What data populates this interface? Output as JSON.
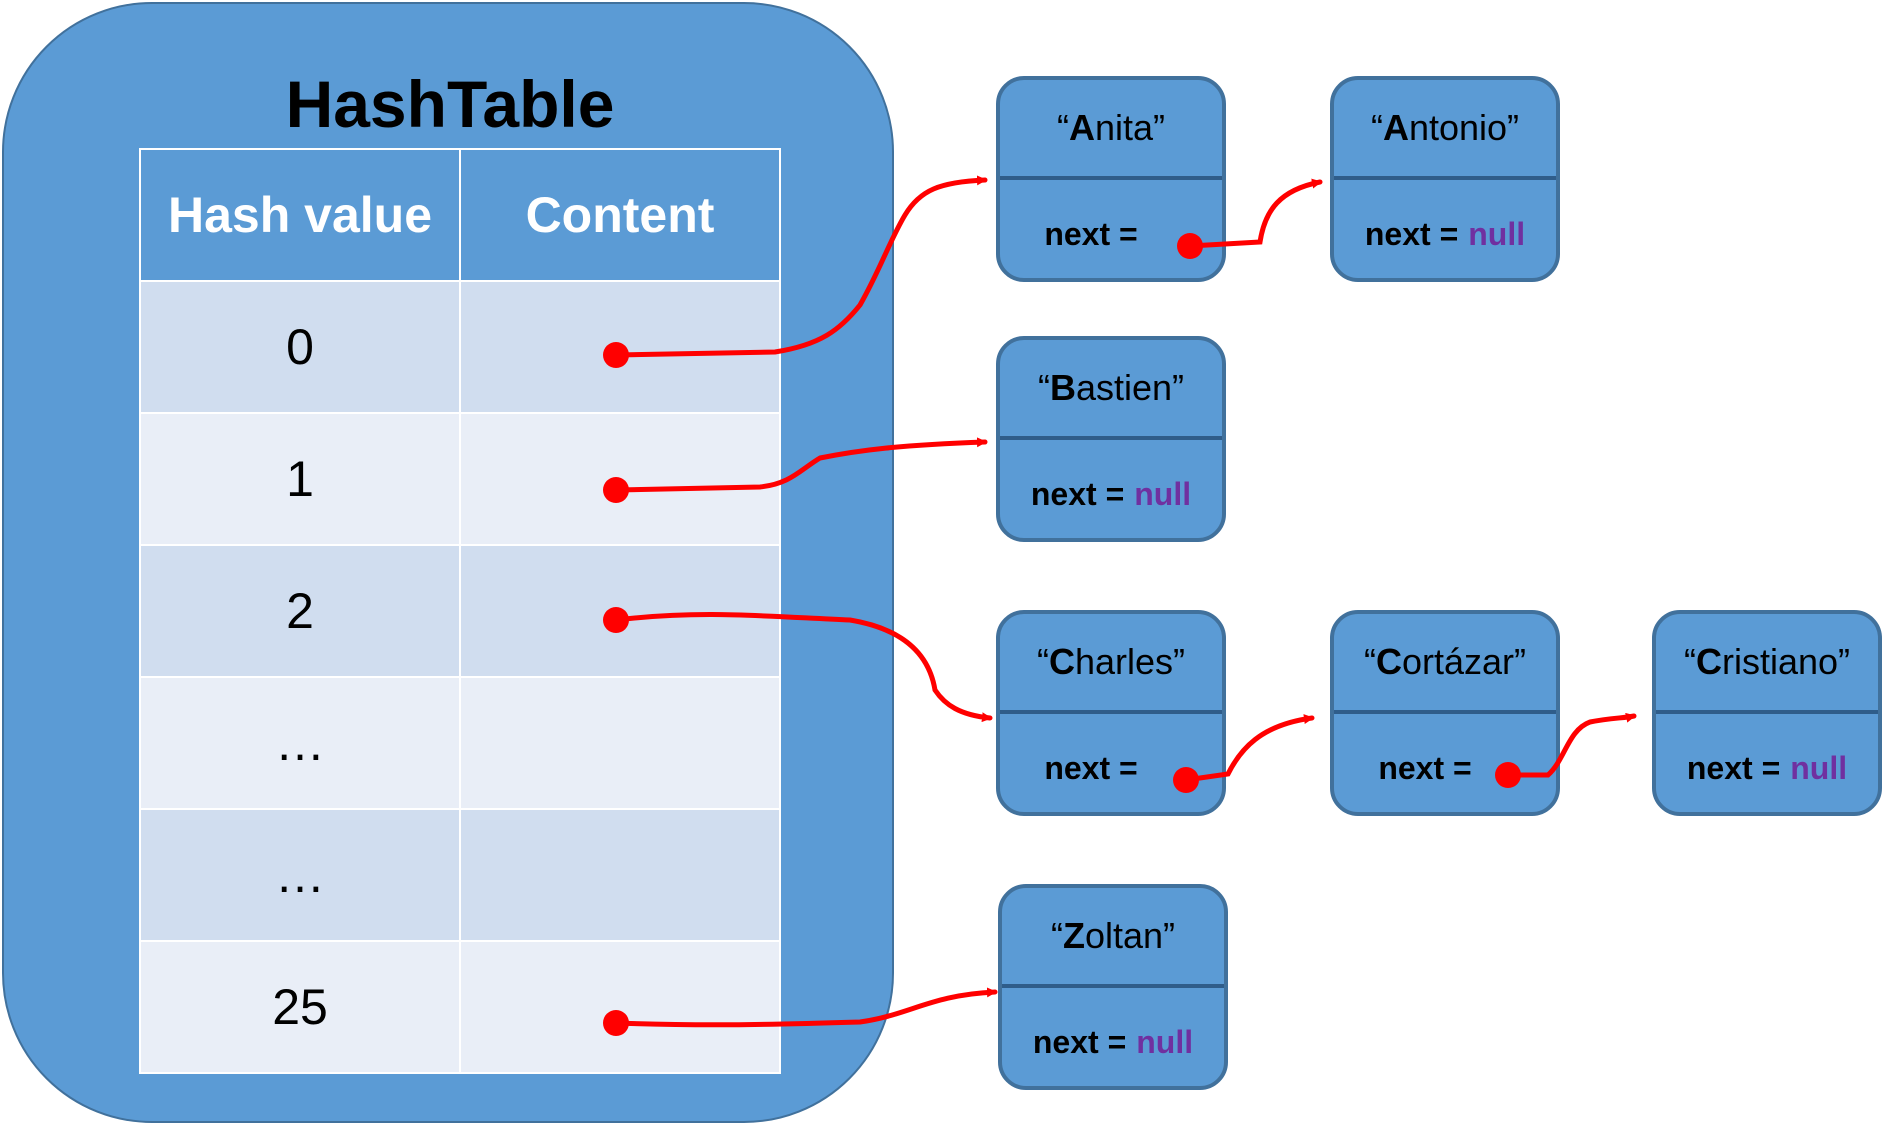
{
  "title": "HashTable",
  "columns": [
    "Hash value",
    "Content"
  ],
  "rows": [
    "0",
    "1",
    "2",
    "…",
    "…",
    "25"
  ],
  "next_label": "next =",
  "null_label": "null",
  "nodes": {
    "anita": {
      "first": "A",
      "rest": "nita"
    },
    "antonio": {
      "first": "A",
      "rest": "ntonio"
    },
    "bastien": {
      "first": "B",
      "rest": "astien"
    },
    "charles": {
      "first": "C",
      "rest": "harles"
    },
    "cortazar": {
      "first": "C",
      "rest": "ortázar"
    },
    "cristiano": {
      "first": "C",
      "rest": "ristiano"
    },
    "zoltan": {
      "first": "Z",
      "rest": "oltan"
    }
  },
  "colors": {
    "panel": "#5b9bd5",
    "border": "#41719c",
    "row_dark": "#d0ddef",
    "row_light": "#e9eef7",
    "link": "#ff0000",
    "null": "#7030a0"
  }
}
